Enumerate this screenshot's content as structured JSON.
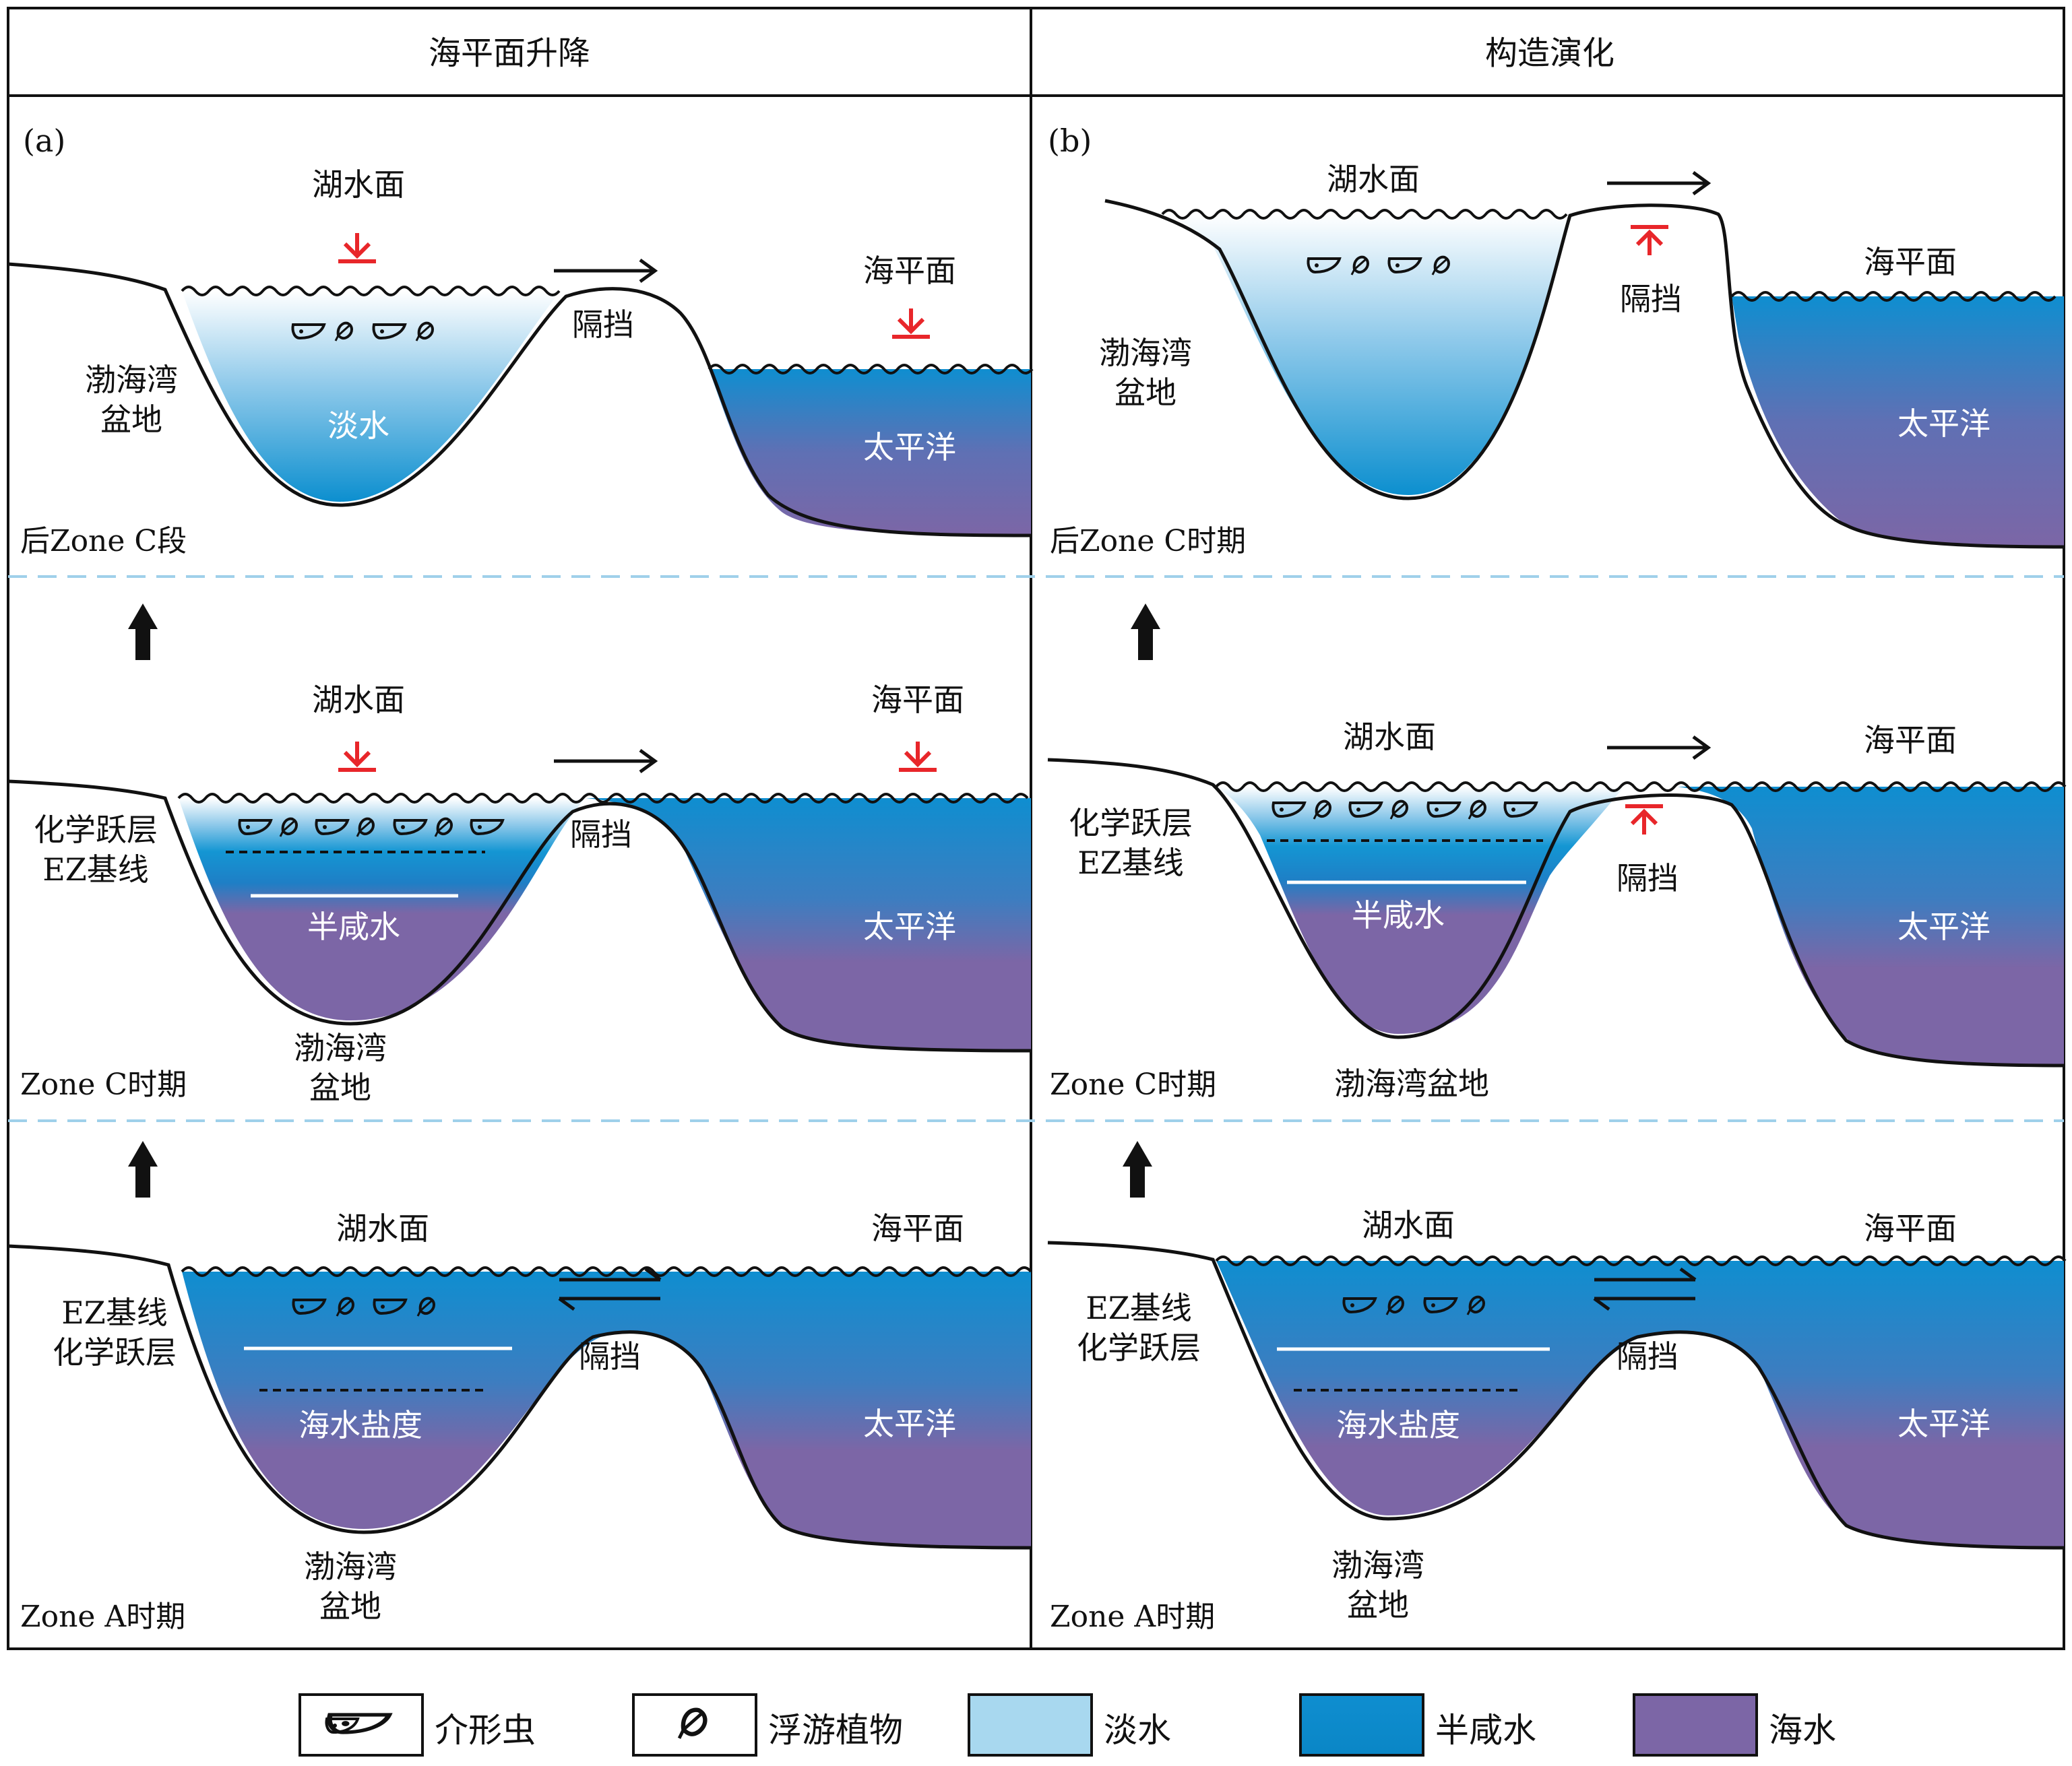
{
  "header": {
    "left_title": "海平面升降",
    "right_title": "构造演化"
  },
  "panel_a": {
    "label": "(a)",
    "rows": [
      {
        "stage": "后Zone C段",
        "lake_label": "湖水面",
        "sea_label": "海平面",
        "barrier": "隔挡",
        "basin": "渤海湾\n盆地",
        "ocean": "太平洋",
        "water": "淡水"
      },
      {
        "stage": "Zone C时期",
        "lake_label": "湖水面",
        "sea_label": "海平面",
        "barrier": "隔挡",
        "basin": "渤海湾\n盆地",
        "ocean": "太平洋",
        "water": "半咸水",
        "side_labels": "化学跃层\nEZ基线"
      },
      {
        "stage": "Zone A时期",
        "lake_label": "湖水面",
        "sea_label": "海平面",
        "barrier": "隔挡",
        "basin": "渤海湾\n盆地",
        "ocean": "太平洋",
        "water": "海水盐度",
        "side_labels": "EZ基线\n化学跃层"
      }
    ]
  },
  "panel_b": {
    "label": "(b)",
    "rows": [
      {
        "stage": "后Zone C时期",
        "lake_label": "湖水面",
        "sea_label": "海平面",
        "barrier": "隔挡",
        "basin": "渤海湾\n盆地",
        "ocean": "太平洋"
      },
      {
        "stage": "Zone C时期",
        "lake_label": "湖水面",
        "sea_label": "海平面",
        "barrier": "隔挡",
        "basin": "渤海湾盆地",
        "ocean": "太平洋",
        "water": "半咸水",
        "side_labels": "化学跃层\nEZ基线"
      },
      {
        "stage": "Zone A时期",
        "lake_label": "湖水面",
        "sea_label": "海平面",
        "barrier": "隔挡",
        "basin": "渤海湾\n盆地",
        "ocean": "太平洋",
        "water": "海水盐度",
        "side_labels": "EZ基线\n化学跃层"
      }
    ]
  },
  "legend": [
    {
      "label": "介形虫",
      "icon": "ostracod-icon"
    },
    {
      "label": "浮游植物",
      "icon": "phytoplankton-icon"
    },
    {
      "label": "淡水",
      "color": "#a8d8ef"
    },
    {
      "label": "半咸水",
      "color": "#0c8fcf"
    },
    {
      "label": "海水",
      "color": "#7c66a6"
    }
  ],
  "colors": {
    "freshwater": "#a8d8ef",
    "brackish": "#0c8fcf",
    "seawater": "#7c66a6",
    "accent_red": "#e8262a",
    "divider": "#9fd0ea"
  }
}
